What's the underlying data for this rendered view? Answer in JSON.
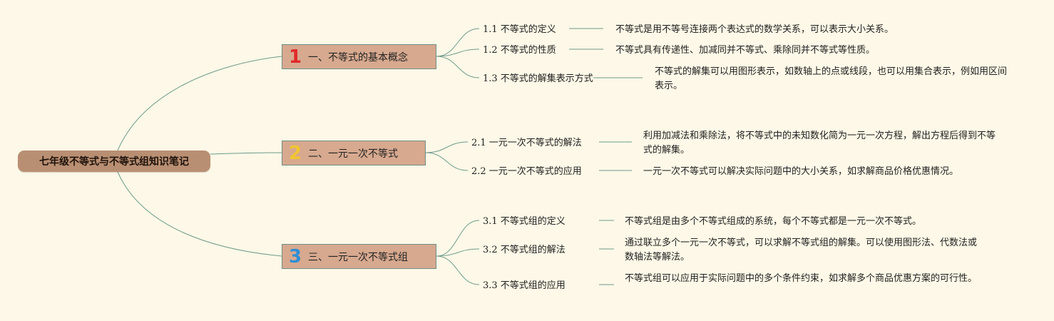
{
  "root": {
    "title": "七年级不等式与不等式组知识笔记"
  },
  "sections": [
    {
      "number": "1",
      "number_color": "#e02a2a",
      "label": "一、不等式的基本概念",
      "items": [
        {
          "title": "1.1 不等式的定义",
          "desc": "不等式是用不等号连接两个表达式的数学关系，可以表示大小关系。"
        },
        {
          "title": "1.2 不等式的性质",
          "desc": "不等式具有传递性、加减同并不等式、乘除同并不等式等性质。"
        },
        {
          "title": "1.3 不等式的解集表示方式",
          "desc": "不等式的解集可以用图形表示，如数轴上的点或线段，也可以用集合表示，例如用区间表示。"
        }
      ]
    },
    {
      "number": "2",
      "number_color": "#f2c531",
      "label": "二、一元一次不等式",
      "items": [
        {
          "title": "2.1 一元一次不等式的解法",
          "desc": "利用加减法和乘除法，将不等式中的未知数化简为一元一次方程，解出方程后得到不等式的解集。"
        },
        {
          "title": "2.2 一元一次不等式的应用",
          "desc": "一元一次不等式可以解决实际问题中的大小关系，如求解商品价格优惠情况。"
        }
      ]
    },
    {
      "number": "3",
      "number_color": "#2f8fd6",
      "label": "三、一元一次不等式组",
      "items": [
        {
          "title": "3.1 不等式组的定义",
          "desc": "不等式组是由多个不等式组成的系统，每个不等式都是一元一次不等式。"
        },
        {
          "title": "3.2 不等式组的解法",
          "desc": "通过联立多个一元一次不等式，可以求解不等式组的解集。可以使用图形法、代数法或数轴法等解法。"
        },
        {
          "title": "3.3 不等式组的应用",
          "desc": "不等式组可以应用于实际问题中的多个条件约束，如求解多个商品优惠方案的可行性。"
        }
      ]
    }
  ]
}
